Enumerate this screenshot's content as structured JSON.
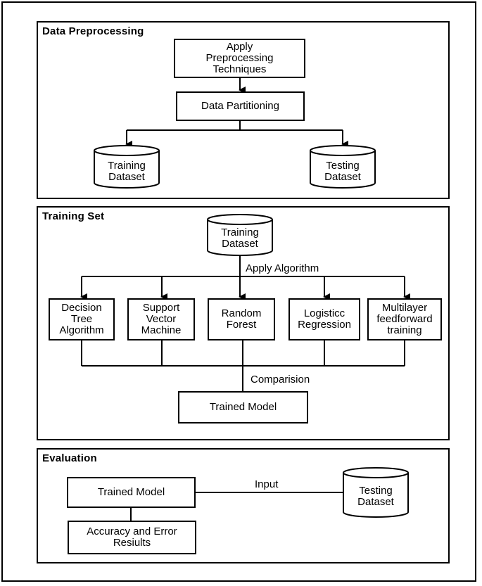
{
  "sections": {
    "preprocessing": {
      "title": "Data Preprocessing",
      "apply": "Apply\nPreprocessing\nTechniques",
      "partition": "Data Partitioning",
      "train_ds": "Training\nDataset",
      "test_ds": "Testing\nDataset"
    },
    "training": {
      "title": "Training Set",
      "train_ds": "Training\nDataset",
      "apply_label": "Apply Algorithm",
      "algorithms": [
        "Decision\nTree\nAlgorithm",
        "Support\nVector\nMachine",
        "Random\nForest",
        "Logisticc\nRegression",
        "Multilayer\nfeedforward\ntraining"
      ],
      "comparison_label": "Comparision",
      "trained_model": "Trained Model"
    },
    "evaluation": {
      "title": "Evaluation",
      "trained_model": "Trained Model",
      "input_label": "Input",
      "test_ds": "Testing\nDataset",
      "results": "Accuracy and Error\nResiults"
    }
  }
}
